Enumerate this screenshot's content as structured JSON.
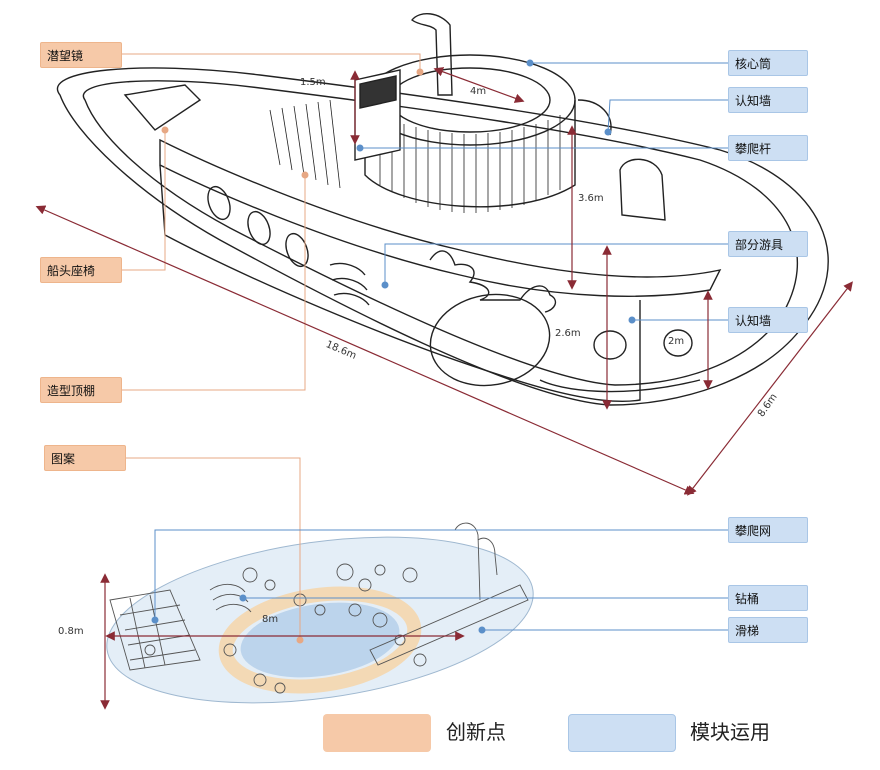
{
  "labels": {
    "periscope": "潜望镜",
    "core_tube": "核心筒",
    "cognition_wall_top": "认知墙",
    "climbing_pole": "攀爬杆",
    "bow_seat": "船头座椅",
    "partial_equipment": "部分游具",
    "cognition_wall_side": "认知墙",
    "shaped_canopy": "造型顶棚",
    "pattern": "图案",
    "climbing_net": "攀爬网",
    "drill_barrel": "钻桶",
    "slide": "滑梯"
  },
  "dimensions": {
    "d_1_5m": "1.5m",
    "d_4m": "4m",
    "d_3_6m": "3.6m",
    "d_2_6m": "2.6m",
    "d_2m": "2m",
    "d_18_6m": "18.6m",
    "d_8_6m": "8.6m",
    "d_0_8m": "0.8m",
    "d_8m": "8m"
  },
  "legend": {
    "innovation": "创新点",
    "module_use": "模块运用"
  },
  "colors": {
    "orange": "#f6c9a8",
    "blue": "#cddff3",
    "leader_orange": "#e7a884",
    "leader_blue": "#5b8fc9",
    "dim_red": "#8a2b35",
    "outline": "#222222"
  }
}
